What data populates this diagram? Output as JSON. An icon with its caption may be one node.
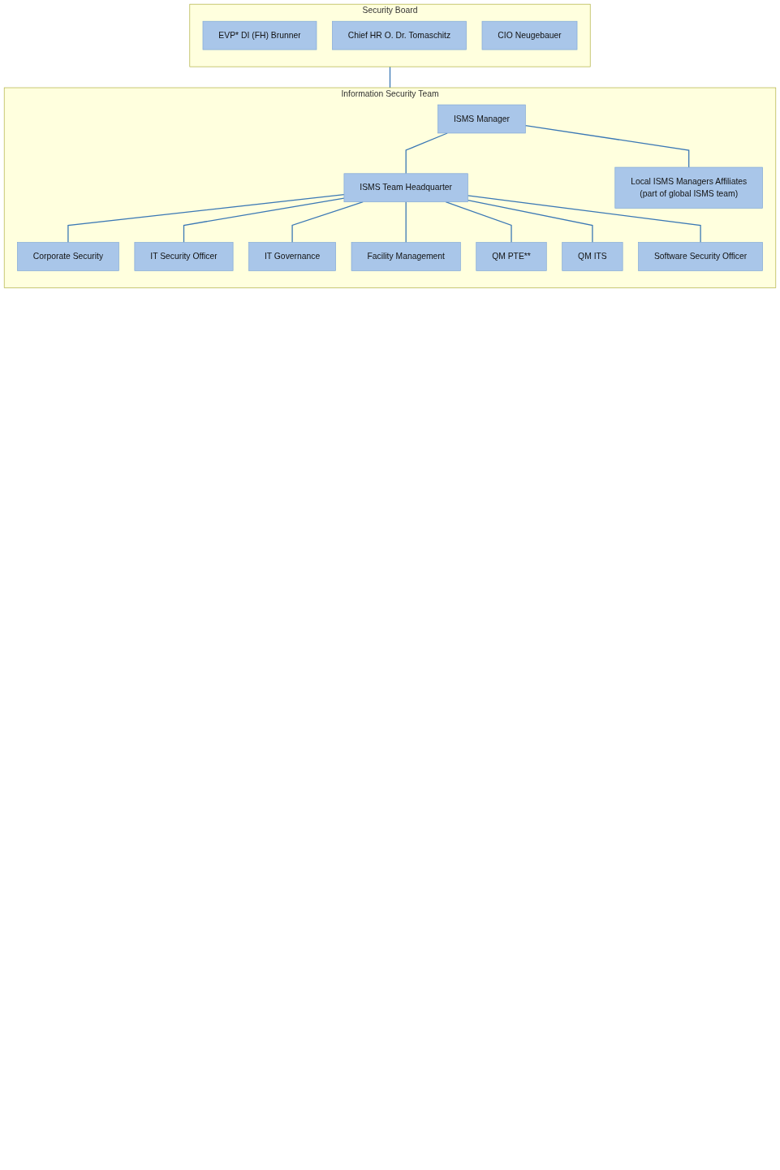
{
  "diagram": {
    "nodes": [
      {
        "text": [
          "Security Board"
        ]
      },
      {
        "text": [
          "EVP* DI (FH) Brunner"
        ],
        "in": 0
      },
      {
        "text": [
          "Chief HR O. Dr. Tomaschitz"
        ],
        "in": 0
      },
      {
        "text": [
          "CIO Neugebauer"
        ],
        "in": 0
      },
      {
        "text": [
          "Information Security Team"
        ]
      },
      {
        "text": [
          "ISMS Manager"
        ],
        "in": 4
      },
      {
        "text": [
          "ISMS Team Headquarter"
        ],
        "in": 4
      },
      {
        "text": [
          "Local ISMS Managers Affiliates",
          "(part of global ISMS team)"
        ],
        "in": 4
      },
      {
        "text": [
          "Corporate Security"
        ],
        "in": 4
      },
      {
        "text": [
          "IT Security Officer"
        ],
        "in": 4
      },
      {
        "text": [
          "IT Governance"
        ],
        "in": 4
      },
      {
        "text": [
          "Facility Management"
        ],
        "in": 4
      },
      {
        "text": [
          "QM PTE**"
        ],
        "in": 4
      },
      {
        "text": [
          "QM ITS"
        ],
        "in": 4
      },
      {
        "text": [
          "Software Security Officer"
        ],
        "in": 4
      }
    ],
    "edges": [
      {
        "from": 0,
        "to": 4,
        "arrow": "none"
      },
      {
        "from": 5,
        "to": 6,
        "arrow": "none"
      },
      {
        "from": 5,
        "to": 7,
        "arrow": "none"
      },
      {
        "from": 6,
        "to": 8,
        "arrow": "none"
      },
      {
        "from": 6,
        "to": 9,
        "arrow": "none"
      },
      {
        "from": 6,
        "to": 10,
        "arrow": "none"
      },
      {
        "from": 6,
        "to": 11,
        "arrow": "none"
      },
      {
        "from": 6,
        "to": 12,
        "arrow": "none"
      },
      {
        "from": 6,
        "to": 13,
        "arrow": "none"
      },
      {
        "from": 6,
        "to": 14,
        "arrow": "none"
      }
    ]
  }
}
